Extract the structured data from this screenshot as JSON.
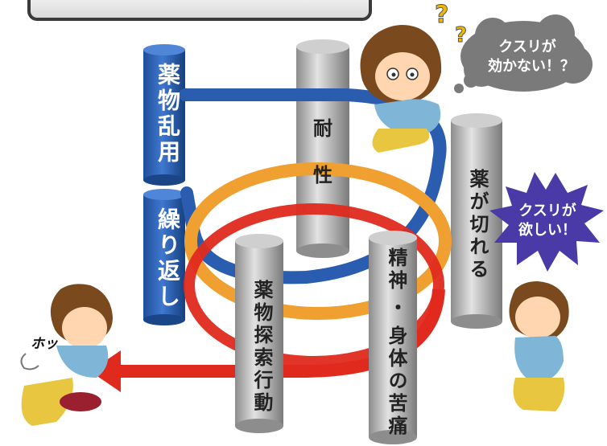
{
  "pillars": {
    "drug_abuse": "薬物乱用",
    "repeat": "繰り返し",
    "tolerance": [
      "耐",
      "性"
    ],
    "wearing_off": "薬が切れる",
    "suffering": [
      "精神",
      "・",
      "身体の苦痛"
    ],
    "drug_seeking": "薬物探索行動"
  },
  "bubbles": {
    "thought": [
      "クスリが",
      "効かない！？"
    ],
    "craving": [
      "クスリが",
      "欲しい！"
    ]
  },
  "exclamation": "ホッ",
  "colors": {
    "blue": "#2a5db0",
    "orange": "#f0a030",
    "red": "#e02a1e",
    "thought_bubble": "#7a7a7a",
    "craving_burst": "#4a3aa8"
  }
}
